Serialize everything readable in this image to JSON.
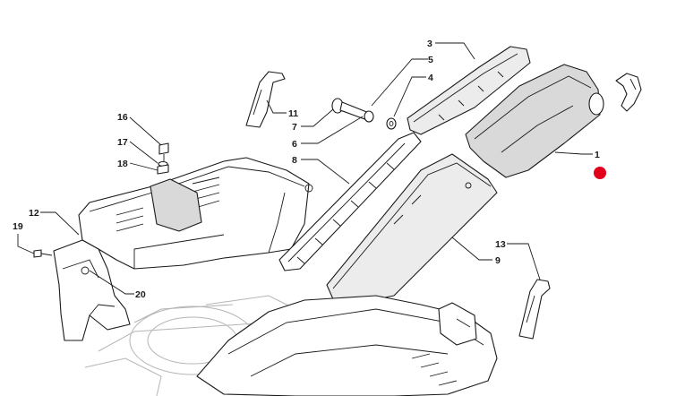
{
  "diagram": {
    "callouts": [
      "1",
      "3",
      "5",
      "4",
      "11",
      "7",
      "6",
      "8",
      "16",
      "17",
      "18",
      "12",
      "19",
      "20",
      "13",
      "9"
    ],
    "marker_color": "#e3001b"
  }
}
